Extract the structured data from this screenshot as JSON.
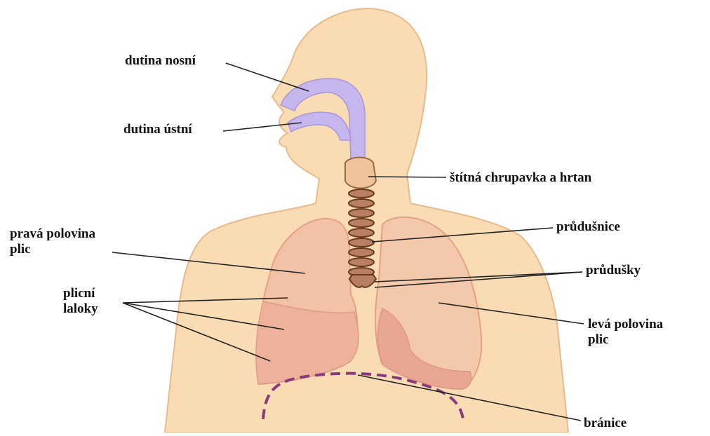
{
  "labels": {
    "nasal_cavity": "dutina nosní",
    "oral_cavity": "dutina ústní",
    "thyroid_larynx": "štítná chrupavka a hrtan",
    "trachea": "průdušnice",
    "bronchi": "průdušky",
    "right_lung": [
      "pravá polovina",
      "plic"
    ],
    "lobes": [
      "plicní",
      "laloky"
    ],
    "left_lung": [
      "levá polovina",
      "plic"
    ],
    "diaphragm": "bránice"
  },
  "colors": {
    "skin": "#f9dcb4",
    "skin_outline": "#e8b98a",
    "lung": "#f2b8a0",
    "lung_dark": "#e89a88",
    "airway": "#c6b6ee",
    "trachea_ring": "#7a4a2a",
    "diaphragm": "#8a3a7a",
    "leader_line": "#222222"
  }
}
